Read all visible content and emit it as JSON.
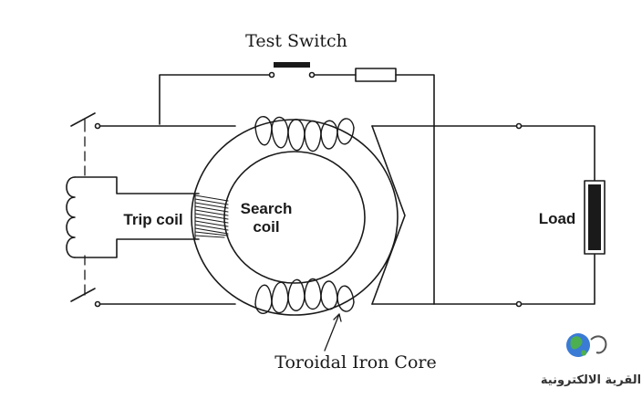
{
  "labels": {
    "test_switch": "Test Switch",
    "trip_coil": "Trip coil",
    "search_coil_line1": "Search",
    "search_coil_line2": "coil",
    "load": "Load",
    "toroidal_core": "Toroidal Iron Core"
  },
  "watermark": {
    "text": "القرية الالكترونية",
    "icon": "globe-icon"
  },
  "colors": {
    "line": "#1a1a1a",
    "background": "#ffffff",
    "globe_blue": "#3a7bd5",
    "globe_green": "#4caf50",
    "watermark_text": "#333333"
  }
}
